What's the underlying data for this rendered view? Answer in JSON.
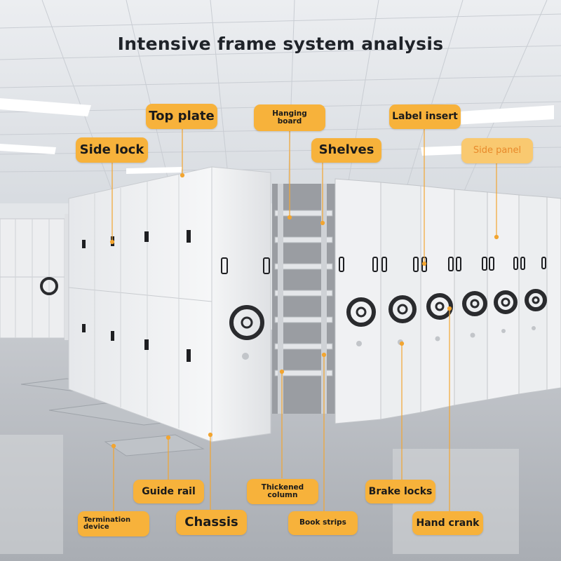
{
  "title": "Intensive frame system analysis",
  "labels": {
    "top_plate": "Top plate",
    "side_lock": "Side lock",
    "hanging_board": "Hanging\nboard",
    "label_insert": "Label insert",
    "shelves": "Shelves",
    "side_panel": "Side panel",
    "guide_rail": "Guide rail",
    "termination_device": "Termination\ndevice",
    "chassis": "Chassis",
    "thickened_column": "Thickened\ncolumn",
    "book_strips": "Book strips",
    "brake_locks": "Brake locks",
    "hand_crank": "Hand crank"
  },
  "colors": {
    "tag_bg": "#f7b23b",
    "leader_line": "#f2a531",
    "cabinet": "#f1f2f4",
    "wheel": "#2a2b2e"
  }
}
